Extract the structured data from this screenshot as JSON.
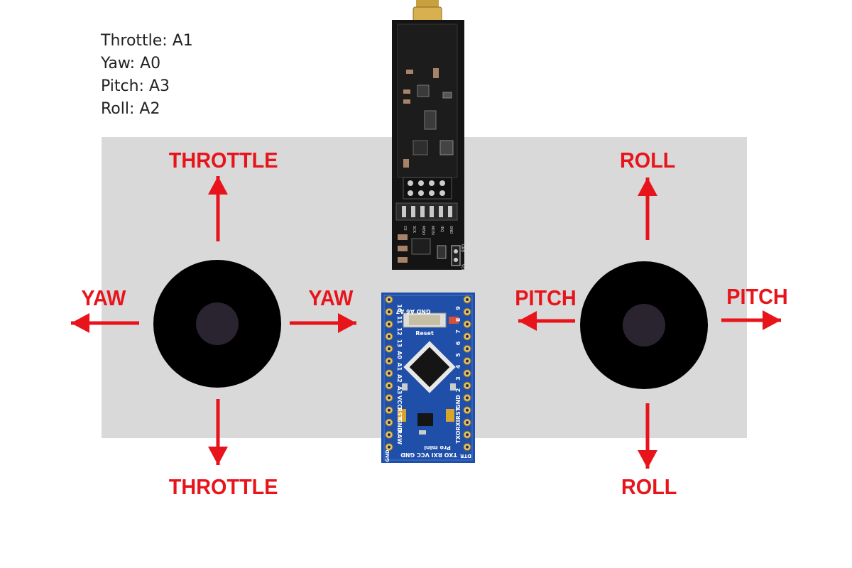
{
  "pin_mapping": {
    "throttle": "Throttle: A1",
    "yaw": "Yaw: A0",
    "pitch": "Pitch: A3",
    "roll": "Roll: A2"
  },
  "left_stick": {
    "up_label": "THROTTLE",
    "down_label": "THROTTLE",
    "left_label": "YAW",
    "right_label": "YAW"
  },
  "right_stick": {
    "up_label": "ROLL",
    "down_label": "ROLL",
    "left_label": "PITCH",
    "right_label": "PITCH"
  },
  "radio_module": {
    "pin_labels": [
      "CE",
      "SCK",
      "MISO",
      "MOSI",
      "IRQ",
      "GND"
    ],
    "power_labels": [
      "GND",
      "VCC"
    ]
  },
  "arduino_board": {
    "name": "Pro mini",
    "reset_label": "Reset",
    "left_pins": [
      "10",
      "11",
      "12",
      "13",
      "A0",
      "A1",
      "A2",
      "A3",
      "VCC",
      "RST",
      "GND",
      "RAW"
    ],
    "right_pins": [
      "9",
      "8",
      "7",
      "6",
      "5",
      "4",
      "3",
      "2",
      "GND",
      "RST",
      "RXI",
      "TXO"
    ],
    "top_pins": "GND A6 A7",
    "bottom_pins": "TXO RXI VCC GND",
    "dtr_label": "DTR",
    "corner_gnd_label": "GND"
  },
  "colors": {
    "arrow": "#e8141c",
    "panel": "#d9d9d9",
    "stick": "#000000",
    "stick_center": "#2a2330",
    "pcb_blue": "#1f4fa8",
    "pcb_black": "#141414",
    "antenna_gold": "#c8a040"
  }
}
